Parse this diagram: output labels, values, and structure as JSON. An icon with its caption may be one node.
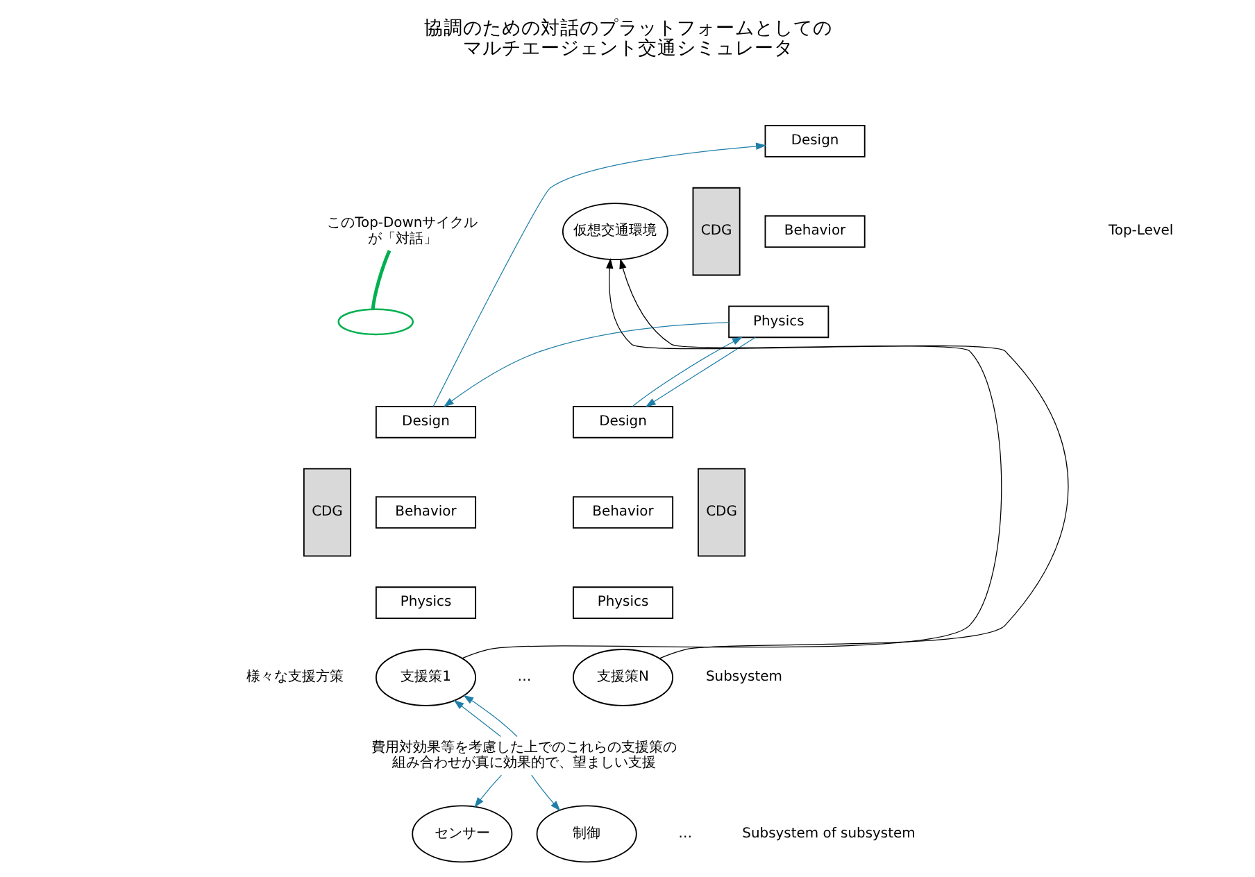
{
  "diagram": {
    "title": "協調のための対話のプラットフォームとしてのマルチエージェント交通シミュレータ",
    "nodes": [
      {
        "text": [
          "仮想交通環境"
        ]
      },
      {
        "text": [
          "Design"
        ]
      },
      {
        "text": [
          "Behavior"
        ]
      },
      {
        "text": [
          "Physics"
        ]
      },
      {
        "text": [
          "CDG"
        ]
      },
      {
        "text": [
          "このTop-Downサイクルが「対話」"
        ]
      },
      {
        "text": [],
        "shape": "ellipse"
      },
      {
        "text": [
          "Design"
        ]
      },
      {
        "text": [
          "Behavior"
        ]
      },
      {
        "text": [
          "Physics"
        ]
      },
      {
        "text": [
          "CDG"
        ]
      },
      {
        "text": [
          "Design"
        ]
      },
      {
        "text": [
          "Behavior"
        ]
      },
      {
        "text": [
          "Physics"
        ]
      },
      {
        "text": [
          "CDG"
        ]
      },
      {
        "text": [
          "支援策1"
        ]
      },
      {
        "text": [
          "支援策N"
        ]
      },
      {
        "text": [
          "費用対効果等を考慮した上でのこれらの支援策の組み合わせが真に効果的で、望ましい支援"
        ]
      },
      {
        "text": [
          "センサー"
        ]
      },
      {
        "text": [
          "制御"
        ]
      }
    ],
    "edges": [
      {
        "from": 7,
        "to": 1,
        "arrow": "to"
      },
      {
        "from": 3,
        "to": 7,
        "arrow": "to"
      },
      {
        "from": 5,
        "to": 6,
        "arrow": "none",
        "style": "thick",
        "color": "#00b050"
      },
      {
        "from": 3,
        "to": 11,
        "arrow": "to"
      },
      {
        "from": 11,
        "to": 3,
        "arrow": "to"
      },
      {
        "from": 15,
        "to": 0,
        "arrow": "to",
        "color": "#000000"
      },
      {
        "from": 16,
        "to": 0,
        "arrow": "to",
        "color": "#000000"
      },
      {
        "from": 17,
        "to": 15,
        "arrow": "to"
      },
      {
        "from": 17,
        "to": 15,
        "arrow": "to"
      },
      {
        "from": 17,
        "to": 18,
        "arrow": "to"
      },
      {
        "from": 17,
        "to": 19,
        "arrow": "to"
      }
    ],
    "labels": [
      "Top-Level",
      "様々な支援方策",
      "…",
      "Subsystem",
      "…",
      "Subsystem of subsystem"
    ]
  }
}
